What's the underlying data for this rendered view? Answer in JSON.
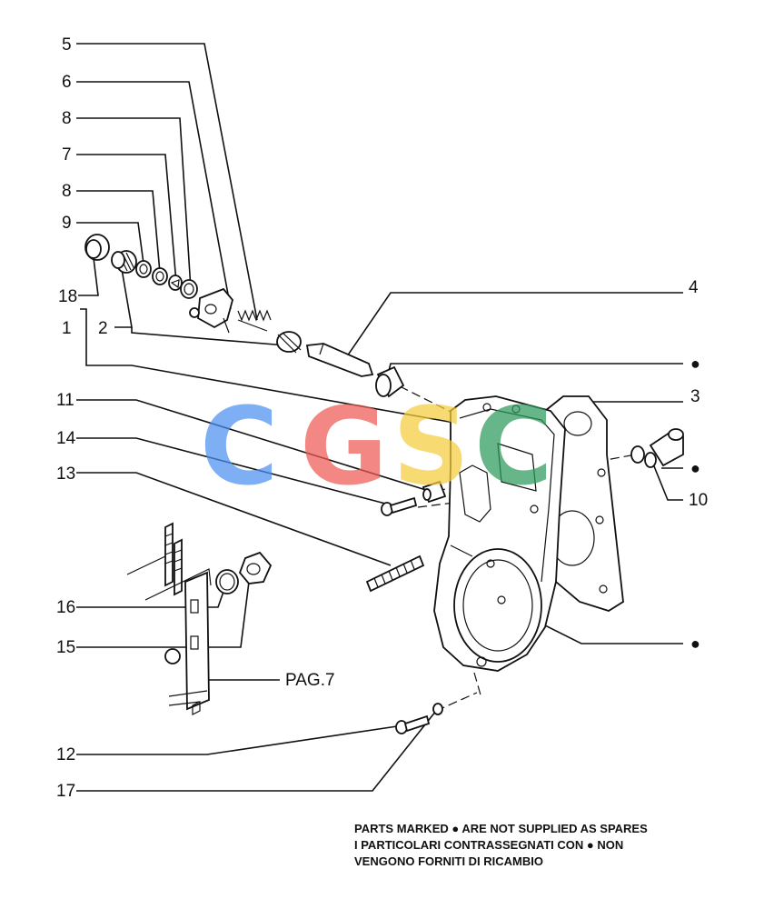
{
  "callouts": [
    "5",
    "6",
    "8",
    "7",
    "8",
    "9",
    "18",
    "1",
    "2",
    "4",
    "3",
    "11",
    "14",
    "13",
    "10",
    "16",
    "15",
    "12",
    "17"
  ],
  "bullet_symbol": "●",
  "page_ref": "PAG.7",
  "watermark": {
    "letters": [
      "C",
      "G",
      "S",
      "C"
    ],
    "colors": [
      "#4d8ff0",
      "#ee5a55",
      "#f6cc3d",
      "#2d9a5c"
    ]
  },
  "notes": [
    "PARTS MARKED ● ARE NOT SUPPLIED AS SPARES",
    "I PARTICOLARI  CONTRASSEGNATI CON  ●  NON",
    "VENGONO FORNITI DI RICAMBIO"
  ]
}
